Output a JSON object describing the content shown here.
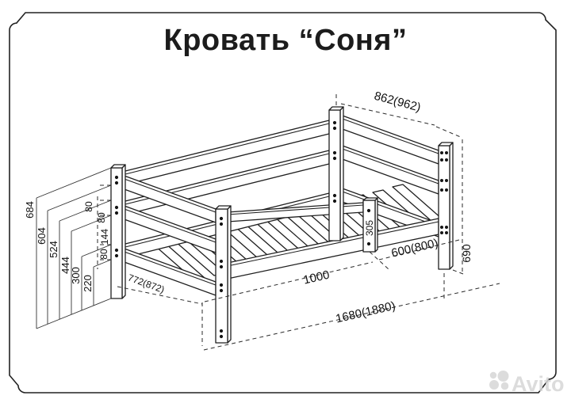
{
  "title": "Кровать “Соня”",
  "drawing": {
    "description": "isometric technical drawing of a child bed frame, dimensions in mm",
    "labels": {
      "top_width": "862(962)",
      "height_total": "684",
      "height_604": "604",
      "height_524": "524",
      "height_444": "444",
      "height_300": "300",
      "height_220": "220",
      "seg_a": "80",
      "seg_b": "80",
      "seg_c": "144",
      "seg_d": "80",
      "guard_post": "305",
      "front_post": "690",
      "head_section": "600(800)",
      "guard_section": "1000",
      "end_width": "772(872)",
      "total_length": "1680(1880)"
    }
  },
  "watermark": {
    "brand": "Avito"
  }
}
